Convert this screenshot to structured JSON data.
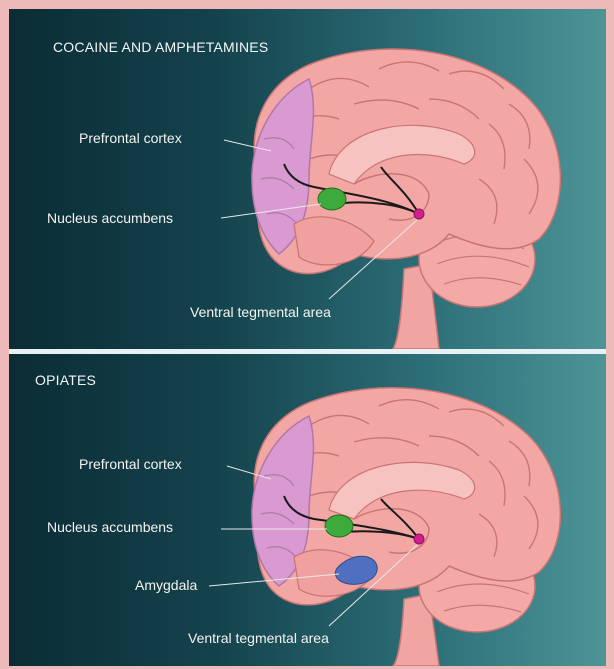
{
  "panels": [
    {
      "title": "COCAINE AND AMPHETAMINES",
      "labels": {
        "prefrontal_cortex": "Prefrontal cortex",
        "nucleus_accumbens": "Nucleus accumbens",
        "ventral_tegmental_area": "Ventral tegmental area"
      }
    },
    {
      "title": "OPIATES",
      "labels": {
        "prefrontal_cortex": "Prefrontal cortex",
        "nucleus_accumbens": "Nucleus accumbens",
        "amygdala": "Amygdala",
        "ventral_tegmental_area": "Ventral tegmental area"
      }
    }
  ],
  "colors": {
    "brain": "#f2a7a5",
    "prefrontal_cortex": "#d99ad1",
    "nucleus_accumbens": "#3faa3c",
    "ventral_tegmental_area": "#d31f8d",
    "amygdala": "#4f6fc0",
    "background_dark": "#0b2c35",
    "background_light": "#4d9497"
  }
}
